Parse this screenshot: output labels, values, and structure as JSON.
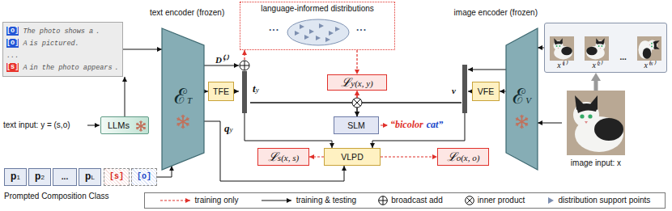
{
  "diagram": {
    "nodes": [
      {
        "text": [
          "language-informed distributions"
        ]
      },
      {
        "text": [
          "[1] The photo shows a",
          ".",
          "[2] A",
          "is pictured.",
          "...",
          "[M] A",
          "in the photo appears",
          "."
        ]
      },
      {
        "text": [
          "[s]"
        ],
        "in": 1
      },
      {
        "text": [
          "[o]"
        ],
        "in": 1
      },
      {
        "text": [
          "[s]"
        ],
        "in": 1
      },
      {
        "text": [
          "[o]"
        ],
        "in": 1
      },
      {
        "text": [
          "[o]"
        ],
        "in": 1
      },
      {
        "text": [
          "[s]"
        ],
        "in": 1
      },
      {
        "text": [
          "LLMs"
        ]
      },
      {
        "text": [
          "text encoder (frozen)",
          "ℰT"
        ]
      },
      {
        "text": [
          "p1"
        ]
      },
      {
        "text": [
          "p2"
        ]
      },
      {
        "text": [
          "..."
        ]
      },
      {
        "text": [
          "pL"
        ]
      },
      {
        "text": [
          "[s]"
        ]
      },
      {
        "text": [
          "[o]"
        ]
      },
      {
        "text": [
          "TFE"
        ]
      },
      {
        "text": [
          "ty"
        ]
      },
      {
        "text": [
          "ℒy(x, y)"
        ]
      },
      {
        "text": [
          "SLM"
        ]
      },
      {
        "text": [
          "VLPD"
        ]
      },
      {
        "text": [
          "ℒs(x, s)"
        ]
      },
      {
        "text": [
          "ℒo(x, o)"
        ]
      },
      {
        "text": [
          "v"
        ]
      },
      {
        "text": [
          "VFE"
        ]
      },
      {
        "text": [
          "image encoder (frozen)",
          "ℰV"
        ]
      },
      {
        "text": [
          "x⁽¹⁾",
          "x⁽²⁾",
          "...",
          "x⁽ᴺ⁾"
        ]
      },
      {
        "text": [
          "image input: x"
        ]
      }
    ],
    "edges": [
      {
        "from": 8,
        "to": 1,
        "arrow": "to"
      },
      {
        "from": 1,
        "to": 9,
        "arrow": "to"
      },
      {
        "from": 15,
        "to": 9,
        "arrow": "to"
      },
      {
        "from": 9,
        "to": 17,
        "label": "D⁽ʸ⁾",
        "arrow": "to"
      },
      {
        "from": 9,
        "to": 16,
        "arrow": "to"
      },
      {
        "from": 16,
        "to": 17,
        "arrow": "to"
      },
      {
        "from": 9,
        "to": 20,
        "label": "qy",
        "arrow": "to"
      },
      {
        "from": 17,
        "to": 0,
        "arrow": "to"
      },
      {
        "from": 0,
        "to": 18,
        "arrow": "to"
      },
      {
        "from": 17,
        "to": 18,
        "arrow": "to"
      },
      {
        "from": 23,
        "to": 18,
        "arrow": "to"
      },
      {
        "from": 17,
        "to": 19,
        "arrow": "to"
      },
      {
        "from": 23,
        "to": 19,
        "arrow": "to"
      },
      {
        "from": 17,
        "to": 20,
        "arrow": "to"
      },
      {
        "from": 23,
        "to": 20,
        "arrow": "to"
      },
      {
        "from": 20,
        "to": 21,
        "arrow": "to"
      },
      {
        "from": 20,
        "to": 22,
        "arrow": "to"
      },
      {
        "from": 25,
        "to": 24,
        "arrow": "to"
      },
      {
        "from": 24,
        "to": 23,
        "arrow": "to"
      },
      {
        "from": 25,
        "to": 23,
        "arrow": "to"
      },
      {
        "from": 26,
        "to": 25,
        "arrow": "to"
      },
      {
        "from": 27,
        "to": 25,
        "arrow": "to"
      },
      {
        "from": 27,
        "to": 26,
        "arrow": "to"
      }
    ],
    "labels": [
      "text input: y = (s,o)",
      "Prompted Composition Class",
      "...",
      "...",
      "“bicolor",
      "cat”"
    ],
    "legend": [
      {
        "text": "training only"
      },
      {
        "text": "training & testing"
      },
      {
        "text": "broadcast add"
      },
      {
        "text": "inner product"
      },
      {
        "text": "distribution support points"
      }
    ]
  }
}
